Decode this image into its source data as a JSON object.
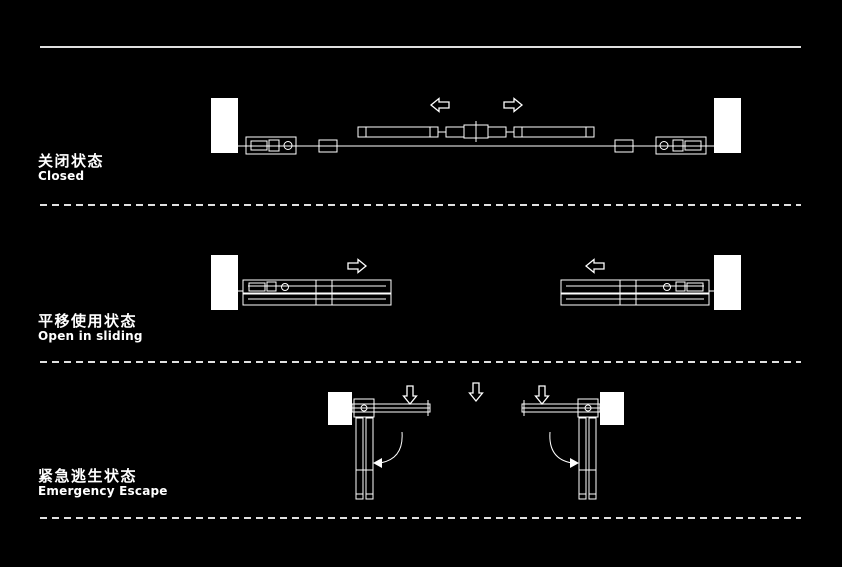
{
  "canvas": {
    "background": "#000000",
    "ink": "#ffffff"
  },
  "icons": {
    "arrow_left": "⇦",
    "arrow_right": "⇨",
    "arrow_down": "⇩",
    "swing_arrow": "curved-swing-arrow"
  },
  "sections": [
    {
      "id": "closed",
      "title_zh": "关闭状态",
      "title_en": "Closed"
    },
    {
      "id": "open-in-sliding",
      "title_zh": "平移使用状态",
      "title_en": "Open in sliding"
    },
    {
      "id": "emergency-escape",
      "title_zh": "紧急逃生状态",
      "title_en": "Emergency Escape"
    }
  ]
}
